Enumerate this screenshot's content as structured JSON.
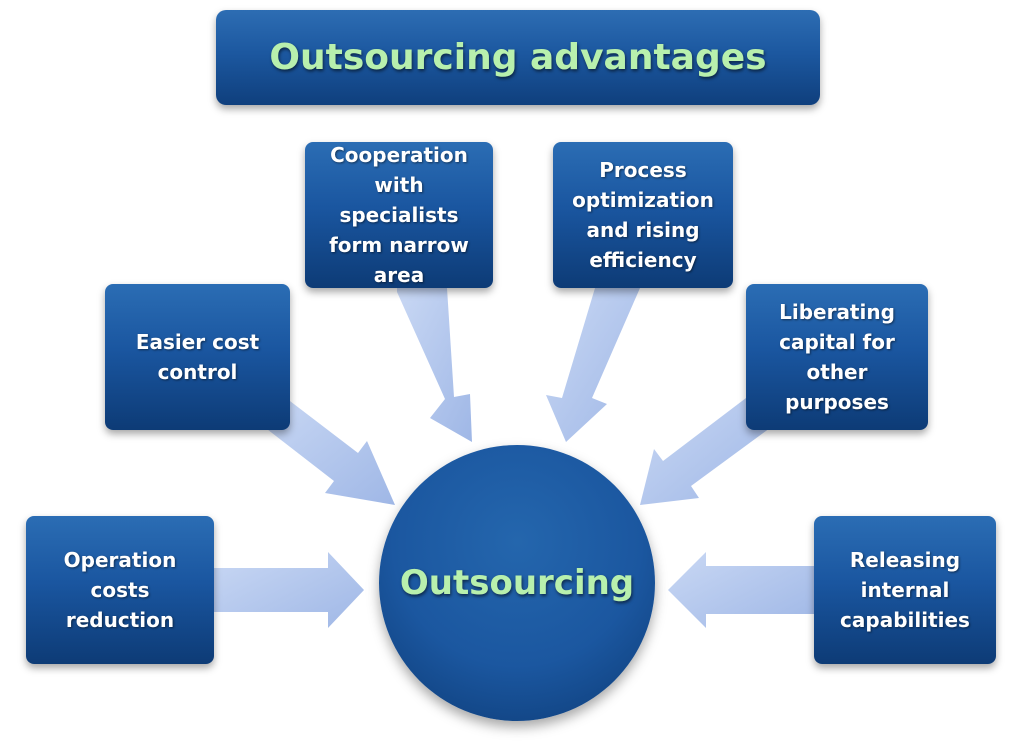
{
  "title": "Outsourcing advantages",
  "center": "Outsourcing",
  "nodes": {
    "operation_costs": "Operation\ncosts reduction",
    "easier_cost": "Easier cost\ncontrol",
    "cooperation": "Cooperation\nwith specialists\nform narrow\narea",
    "process": "Process\noptimization\nand rising\nefficiency",
    "liberating": "Liberating\ncapital for\nother purposes",
    "releasing": "Releasing\ninternal\ncapabilities"
  },
  "colors": {
    "box_blue": "#1a56a0",
    "accent_green_text": "#b8f0ad",
    "arrow_fill": "#a9c0ea"
  }
}
